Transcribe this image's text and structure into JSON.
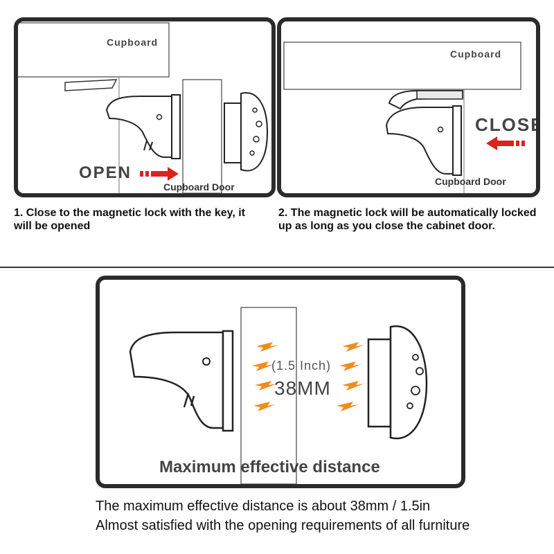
{
  "panel_open": {
    "cupboard_label": "Cupboard",
    "door_label": "Cupboard Door",
    "action_label": "OPEN"
  },
  "panel_close": {
    "cupboard_label": "Cupboard",
    "door_label": "Cupboard Door",
    "action_label": "CLOSE"
  },
  "captions": {
    "step1": "1. Close to the magnetic lock with the key, it will be opened",
    "step2": "2. The magnetic lock will be automatically locked up as long as you close the cabinet door."
  },
  "panel_distance": {
    "distance_inch": "(1.5 Inch)",
    "distance_mm": "38MM",
    "title": "Maximum effective distance"
  },
  "footer": {
    "line1": "The maximum effective distance is about 38mm / 1.5in",
    "line2": "Almost satisfied with the opening requirements of all furniture"
  },
  "colors": {
    "frame": "#2b2b2b",
    "arrow_red": "#d8231f",
    "bolt_orange": "#f08c1e",
    "text": "#111111"
  }
}
